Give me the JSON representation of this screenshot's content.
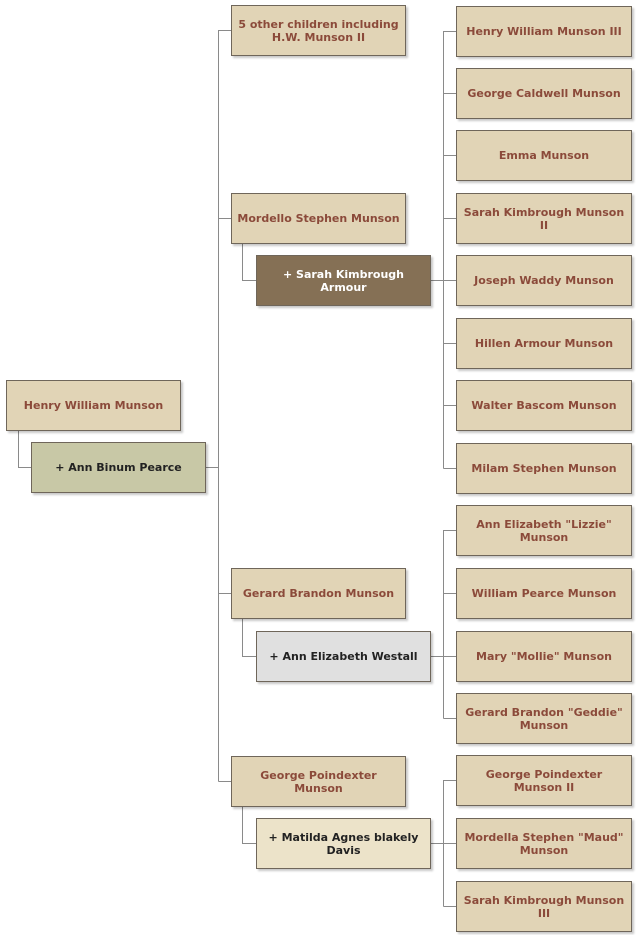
{
  "colors": {
    "person_fill": "#e1d4b6",
    "person_text": "#8b4a3a",
    "root_spouse_fill": "#c8c8a6",
    "sarah_armour_fill": "#857055",
    "westall_fill": "#e0e0e0",
    "davis_fill": "#ece3c9",
    "border": "#6f665a",
    "connector": "#8a8a8a"
  },
  "root": {
    "name": "Henry William Munson",
    "spouse": "+ Ann Binum Pearce"
  },
  "children": [
    {
      "name": "5 other children including H.W. Munson II"
    },
    {
      "name": "Mordello Stephen Munson",
      "spouse": "+ Sarah Kimbrough Armour"
    },
    {
      "name": "Gerard Brandon Munson",
      "spouse": "+ Ann Elizabeth Westall"
    },
    {
      "name": "George Poindexter Munson",
      "spouse": "+ Matilda Agnes blakely Davis"
    }
  ],
  "grandchildren": {
    "mordello": [
      "Henry William Munson III",
      "George Caldwell Munson",
      "Emma Munson",
      "Sarah Kimbrough Munson II",
      "Joseph Waddy Munson",
      "Hillen Armour Munson",
      "Walter Bascom Munson",
      "Milam Stephen Munson"
    ],
    "gerard": [
      "Ann Elizabeth \"Lizzie\" Munson",
      "William Pearce Munson",
      "Mary \"Mollie\" Munson",
      "Gerard Brandon \"Geddie\" Munson"
    ],
    "george": [
      "George Poindexter Munson II",
      "Mordella Stephen \"Maud\" Munson",
      "Sarah Kimbrough Munson III"
    ]
  }
}
